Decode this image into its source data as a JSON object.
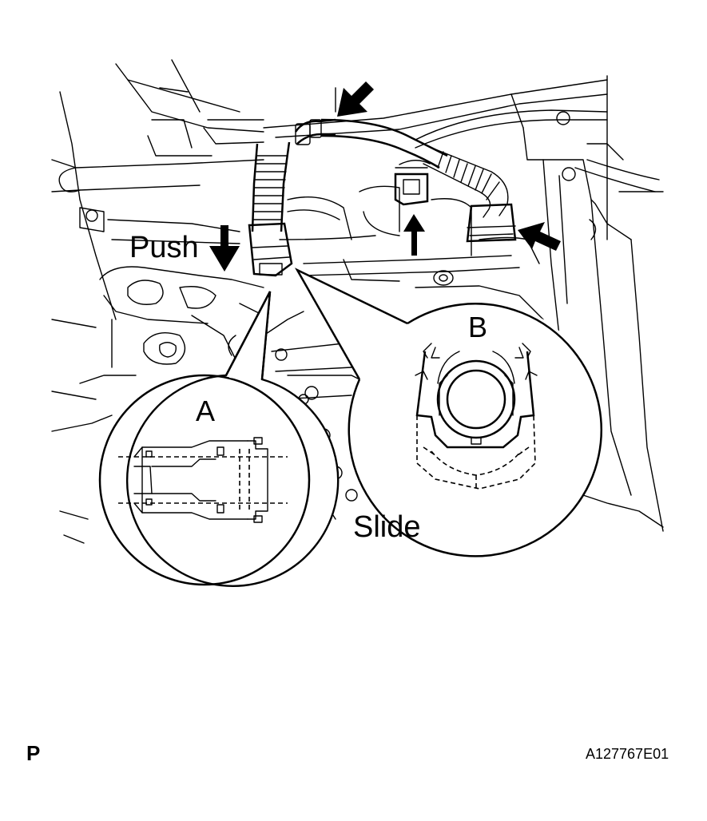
{
  "labels": {
    "push": "Push",
    "slide": "Slide",
    "detail_a": "A",
    "detail_b": "B"
  },
  "footer": {
    "page_letter": "P",
    "figure_id": "A127767E01"
  }
}
